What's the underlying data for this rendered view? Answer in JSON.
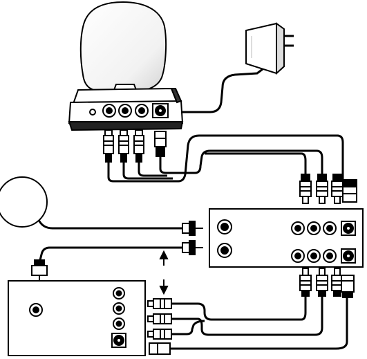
{
  "diagram": {
    "components": [
      {
        "id": "antenna",
        "label": ""
      },
      {
        "id": "wall-adapter",
        "label": ""
      },
      {
        "id": "receiver-base",
        "label": ""
      },
      {
        "id": "satellite-dish",
        "label": ""
      },
      {
        "id": "vcr",
        "label": ""
      },
      {
        "id": "tv",
        "label": ""
      }
    ],
    "colors": {
      "stroke": "#000000",
      "fill": "#ffffff",
      "shade": "#d0d0d0"
    },
    "arrows": [
      {
        "id": "arrow-up",
        "direction": "up"
      },
      {
        "id": "arrow-down",
        "direction": "down"
      }
    ]
  }
}
